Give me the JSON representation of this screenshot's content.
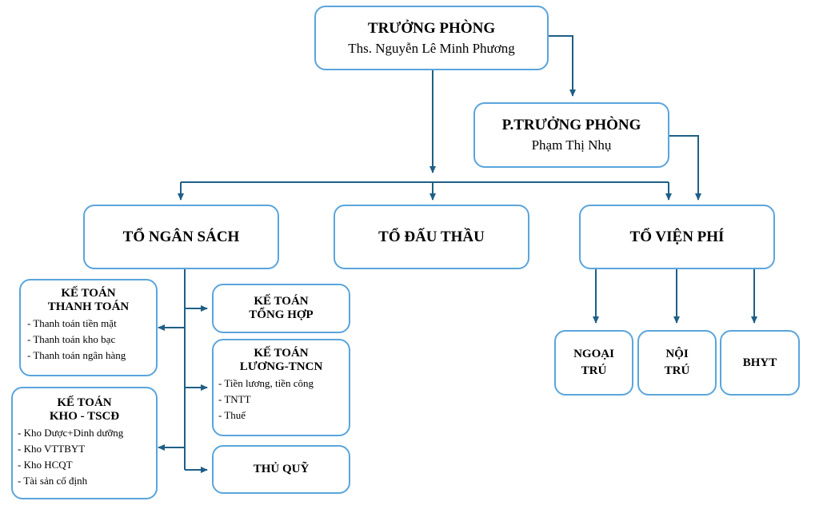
{
  "head": {
    "title": "TRƯỞNG PHÒNG",
    "name": "Ths. Nguyễn Lê Minh Phương"
  },
  "deputy": {
    "title": "P.TRƯỞNG PHÒNG",
    "name": "Phạm Thị Nhụ"
  },
  "teams": {
    "budget": "TỔ NGÂN SÁCH",
    "bidding": "TỔ ĐẤU THẦU",
    "hospital_fee": "TỔ VIỆN PHÍ"
  },
  "budget_units": {
    "payment": {
      "title_line1": "KẾ TOÁN",
      "title_line2": "THANH TOÁN",
      "items": [
        "- Thanh toán tiền mặt",
        "- Thanh toán kho bạc",
        "- Thanh toán ngân hàng"
      ]
    },
    "general": {
      "title_line1": "KẾ TOÁN",
      "title_line2": "TỔNG HỢP"
    },
    "salary": {
      "title_line1": "KẾ TOÁN",
      "title_line2": "LƯƠNG-TNCN",
      "items": [
        "- Tiền lương, tiền công",
        "- TNTT",
        "- Thuế"
      ]
    },
    "warehouse": {
      "title_line1": "KẾ TOÁN",
      "title_line2": "KHO - TSCĐ",
      "items": [
        "- Kho Dược+Dinh dưỡng",
        "- Kho VTTBYT",
        "- Kho HCQT",
        "- Tài sản cố định"
      ]
    },
    "cashier": {
      "title": "THỦ QUỸ"
    }
  },
  "fee_units": {
    "outpatient": {
      "line1": "NGOẠI",
      "line2": "TRÚ"
    },
    "inpatient": {
      "line1": "NỘI",
      "line2": "TRÚ"
    },
    "insurance": {
      "title": "BHYT"
    }
  },
  "colors": {
    "border": "#5aa5dc",
    "connector": "#1f5f86"
  }
}
